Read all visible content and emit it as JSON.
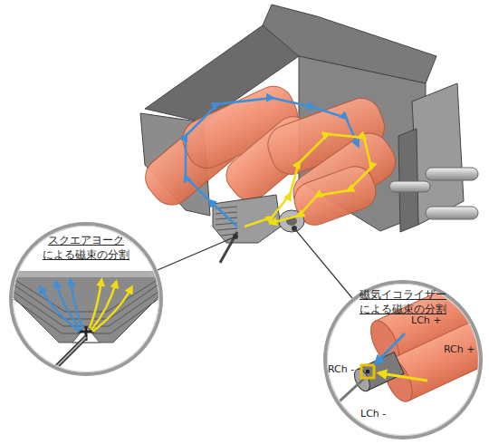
{
  "diagram": {
    "nodes": [
      {
        "text": [
          "スクエアヨーク による磁束の分割"
        ]
      },
      {
        "text": [
          "磁気イコライザー による磁束の分割"
        ]
      }
    ],
    "labels": [
      "LCh +",
      "RCh +",
      "RCh -",
      "LCh -"
    ]
  }
}
